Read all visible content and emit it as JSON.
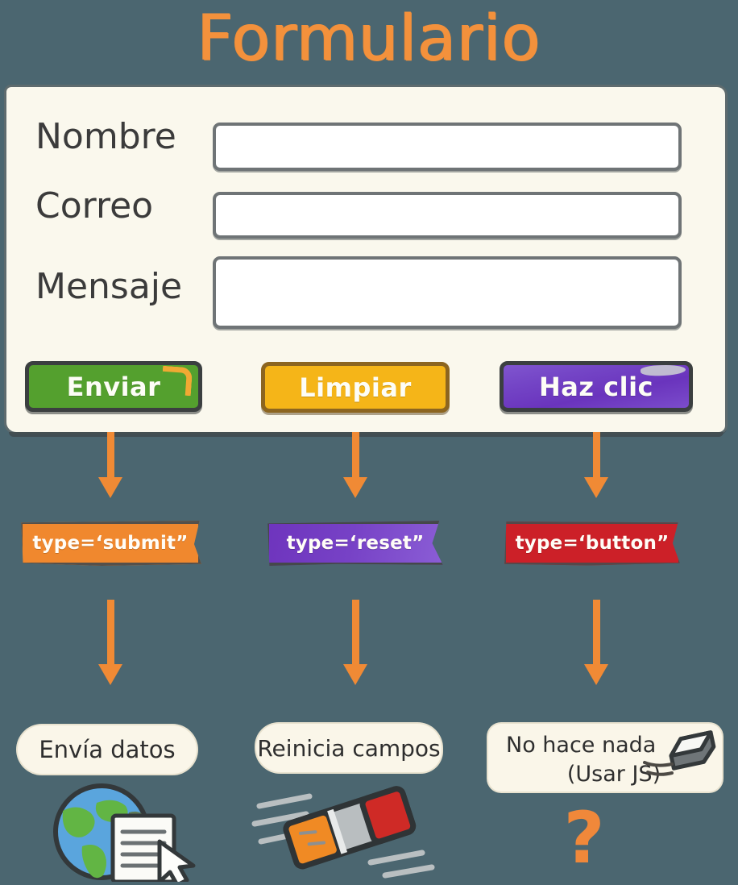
{
  "page": {
    "title": "Formulario",
    "background_color": "#4b6670",
    "accent_color": "#f3913c"
  },
  "form": {
    "panel_color": "#faf8ed",
    "fields": [
      {
        "label": "Nombre",
        "value": "",
        "placeholder": "",
        "type": "text"
      },
      {
        "label": "Correo",
        "value": "",
        "placeholder": "",
        "type": "email"
      },
      {
        "label": "Mensaje",
        "value": "",
        "placeholder": "",
        "type": "textarea"
      }
    ],
    "buttons": [
      {
        "label": "Enviar",
        "color": "#54a02e",
        "html_type": "submit"
      },
      {
        "label": "Limpiar",
        "color": "#f5b518",
        "html_type": "reset"
      },
      {
        "label": "Haz clic",
        "color": "#6a34bd",
        "html_type": "button"
      }
    ]
  },
  "tags": [
    {
      "text": "type=‘submit”",
      "color": "#f0882e"
    },
    {
      "text": "type=‘reset”",
      "color": "#6e34bd"
    },
    {
      "text": "type=‘button”",
      "color": "#cc2028"
    }
  ],
  "outcomes": [
    {
      "line1": "Envía datos",
      "line2": "",
      "icon": "globe-document-cursor-icon"
    },
    {
      "line1": "Reinicia campos",
      "line2": "",
      "icon": "eraser-icon"
    },
    {
      "line1": "No hace nada",
      "line2": "(Usar JS)",
      "icon": "small-eraser-icon",
      "extra_icon": "question-mark-icon",
      "question_mark": "?"
    }
  ]
}
